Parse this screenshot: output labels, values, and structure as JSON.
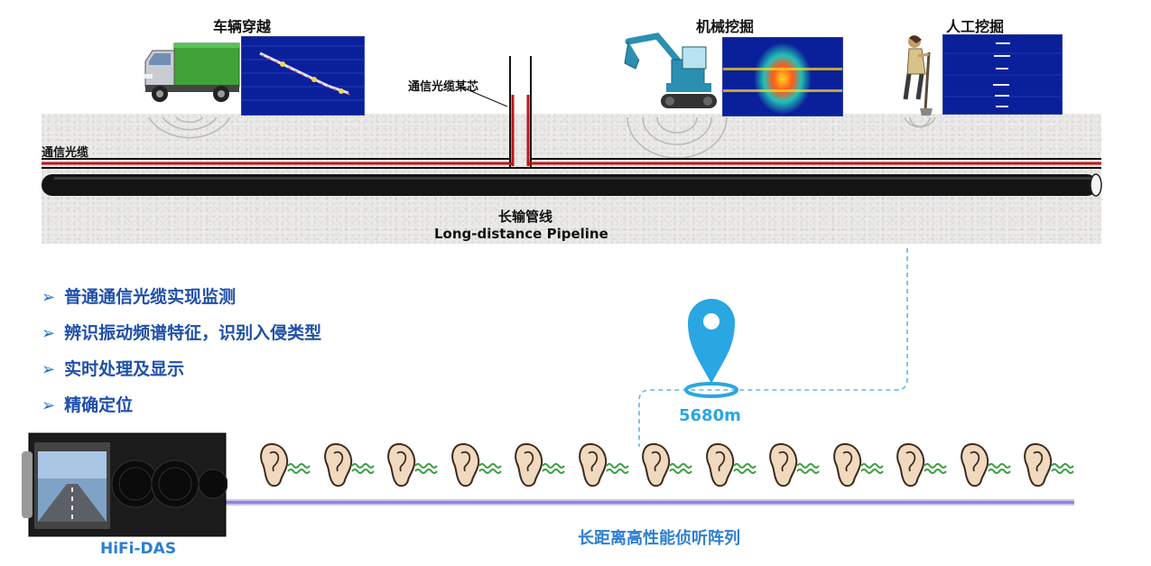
{
  "labels": {
    "vehicle": "车辆穿越",
    "excavator": "机械挖掘",
    "manual": "人工挖掘",
    "fiber_core": "通信光缆某芯",
    "fiber_cable": "通信光缆",
    "pipeline_cn": "长输管线",
    "pipeline_en": "Long-distance Pipeline",
    "distance": "5680m",
    "device": "HiFi-DAS",
    "array": "长距离高性能侦听阵列"
  },
  "bullets": [
    "普通通信光缆实现监测",
    "辨识振动频谱特征，识别入侵类型",
    "实时处理及显示",
    "精确定位"
  ],
  "colors": {
    "bullet_text": "#1f4fa8",
    "marker": "#2aa7e2",
    "fiber_red": "#c0141b",
    "pipe": "#111111",
    "array_line": "#9a8ee0",
    "wave": "#3aa043",
    "dashed": "#5fb6e8"
  }
}
